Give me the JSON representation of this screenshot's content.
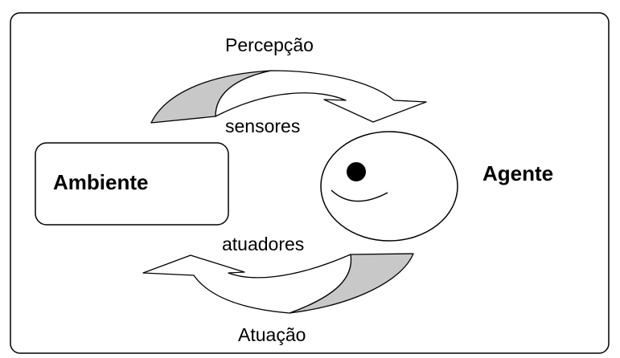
{
  "diagram": {
    "perception_label": "Percepção",
    "sensors_label": "sensores",
    "environment_label": "Ambiente",
    "agent_label": "Agente",
    "actuators_label": "atuadores",
    "action_label": "Atuação"
  },
  "colors": {
    "stroke": "#000000",
    "arrow_shade": "#c8c8c8",
    "background": "#ffffff",
    "eye": "#000000"
  }
}
